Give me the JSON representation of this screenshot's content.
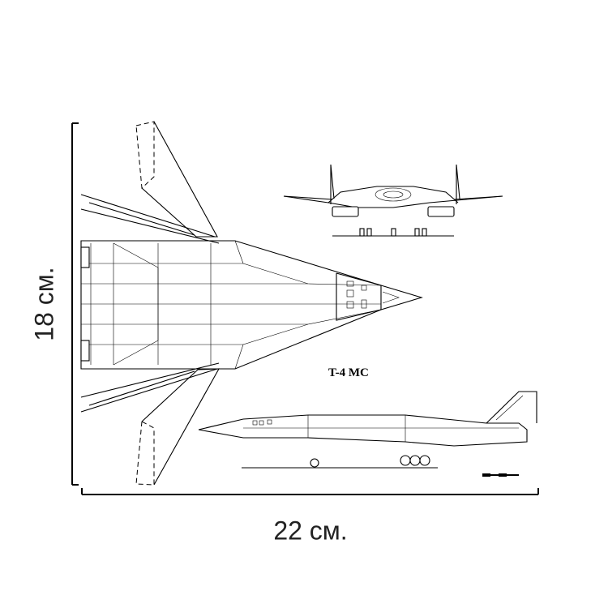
{
  "dimensions": {
    "height_label": "18 см.",
    "width_label": "22 см."
  },
  "drawing": {
    "model_label": "T-4 MC"
  }
}
